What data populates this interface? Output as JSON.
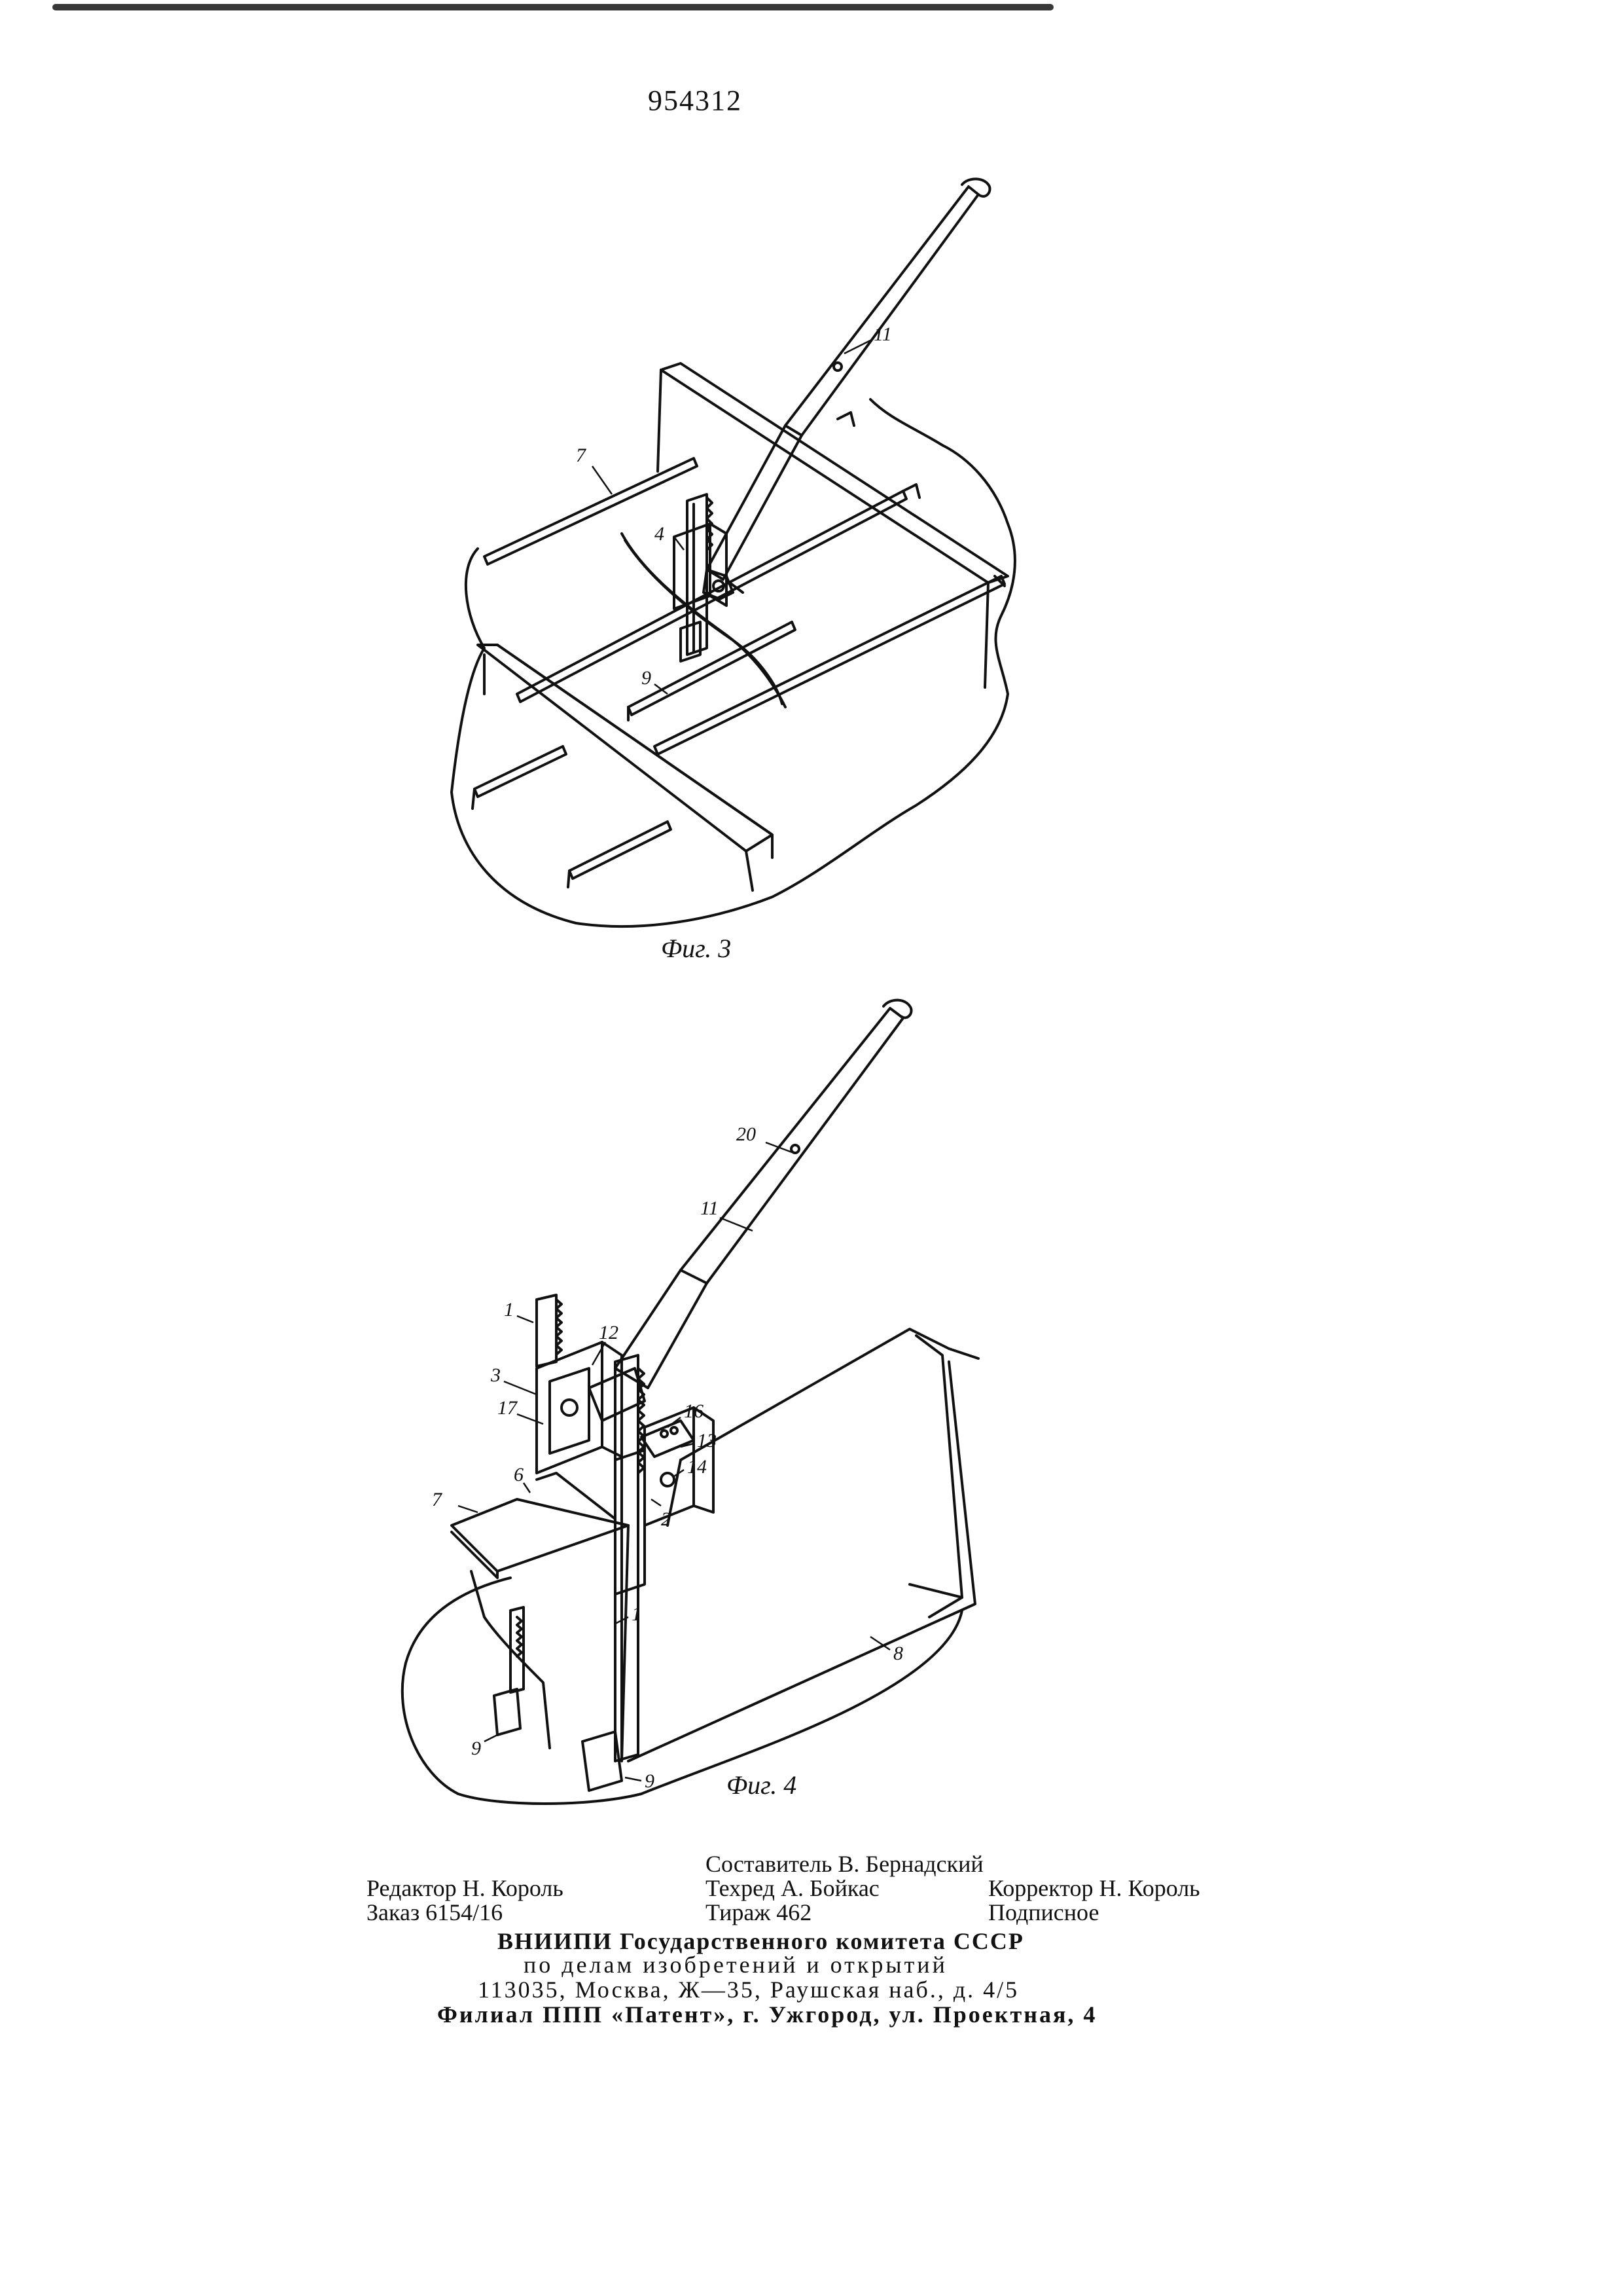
{
  "document": {
    "patent_number": "954312",
    "figures": [
      {
        "caption": "Фиг. 3",
        "labels": [
          "11",
          "7",
          "4",
          "9"
        ]
      },
      {
        "caption": "Фиг. 4",
        "labels": [
          "20",
          "11",
          "1",
          "12",
          "3",
          "17",
          "16",
          "13",
          "14",
          "2",
          "6",
          "7",
          "1",
          "8",
          "9",
          "9"
        ]
      }
    ],
    "credits": {
      "compiler": "Составитель В. Бернадский",
      "editor": "Редактор Н. Король",
      "techeditor": "Техред А. Бойкас",
      "corrector": "Корректор Н. Король",
      "order": "Заказ 6154/16",
      "circulation": "Тираж 462",
      "subscription": "Подписное"
    },
    "publisher": {
      "line1": "ВНИИПИ Государственного комитета СССР",
      "line2": "по делам изобретений и открытий",
      "line3": "113035, Москва, Ж—35, Раушская наб., д. 4/5",
      "line4": "Филиал ППП «Патент», г. Ужгород, ул. Проектная, 4"
    }
  }
}
